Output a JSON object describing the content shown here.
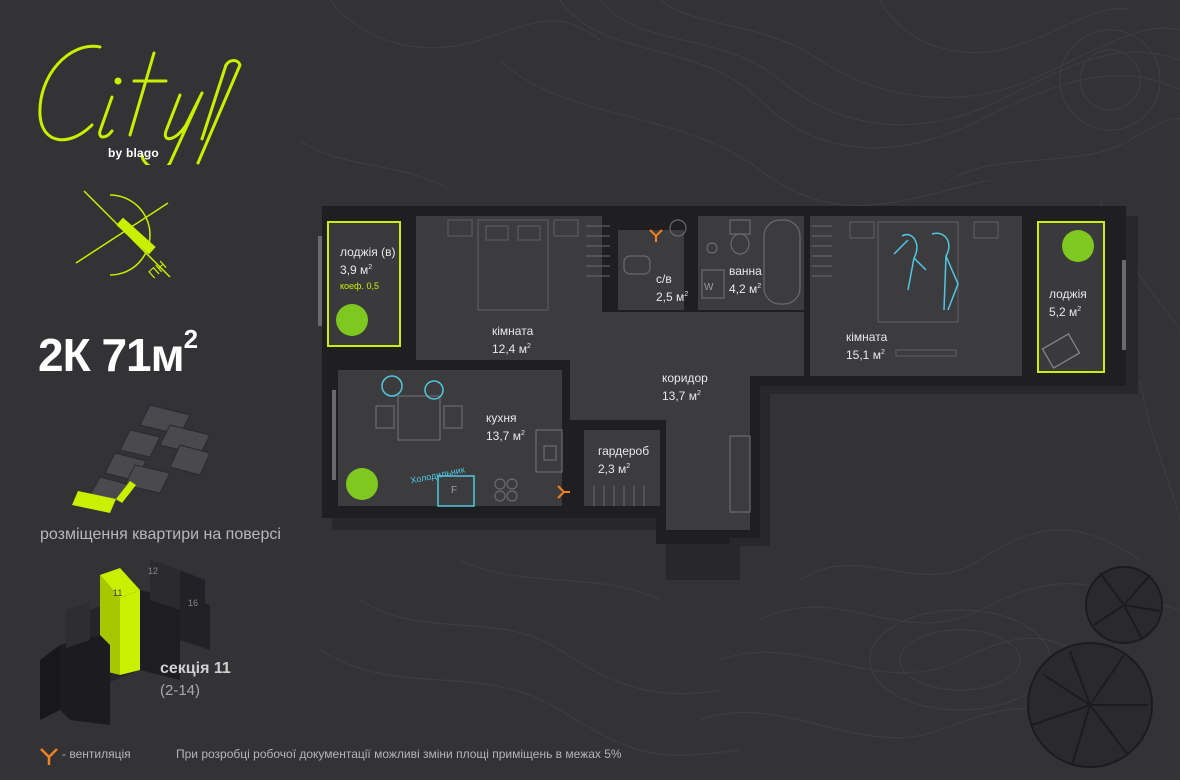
{
  "brand": {
    "logo_text": "City",
    "logo_sub": "by blago",
    "accent": "#c8f000"
  },
  "compass": {
    "north_label": "ПН"
  },
  "apartment": {
    "rooms_label": "2К",
    "area_value": "71м",
    "area_exp": "2"
  },
  "floor_placement": {
    "caption": "розміщення квартири на поверсі"
  },
  "section": {
    "numbers": [
      "11",
      "12",
      "16"
    ],
    "name": "секція 11",
    "floors": "(2-14)"
  },
  "rooms": [
    {
      "name": "лоджія (в)",
      "area": "3,9 м",
      "note": "коеф. 0,5"
    },
    {
      "name": "кімната",
      "area": "12,4 м"
    },
    {
      "name": "с/в",
      "area": "2,5 м"
    },
    {
      "name": "ванна",
      "area": "4,2 м"
    },
    {
      "name": "кімната",
      "area": "15,1 м"
    },
    {
      "name": "лоджія",
      "area": "5,2 м"
    },
    {
      "name": "коридор",
      "area": "13,7 м"
    },
    {
      "name": "кухня",
      "area": "13,7 м"
    },
    {
      "name": "гардероб",
      "area": "2,3 м"
    }
  ],
  "area_exp": "2",
  "fixtures": {
    "fridge": "Холодильник",
    "fridge_letter": "F",
    "washer_letter": "W"
  },
  "legend": {
    "ventilation": "- вентиляція",
    "icon": "ventilation-icon"
  },
  "disclaimer": "При розробці робочої документації можливі зміни площі приміщень в межах 5%"
}
